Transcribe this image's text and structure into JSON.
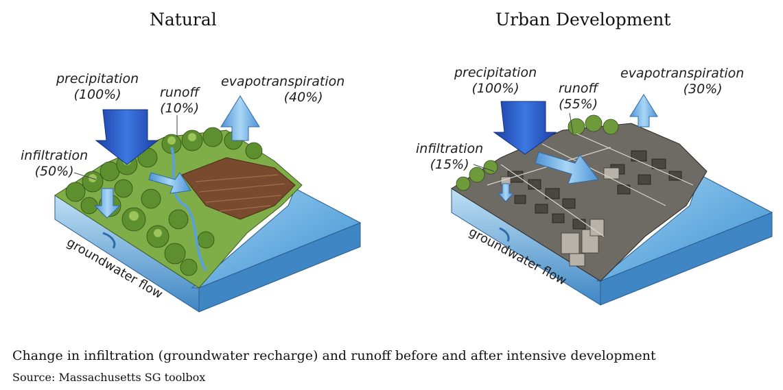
{
  "natural": {
    "title": "Natural",
    "precipitation": {
      "label": "precipitation",
      "pct": "(100%)"
    },
    "runoff": {
      "label": "runoff",
      "pct": "(10%)"
    },
    "evapotranspiration": {
      "label": "evapotranspiration",
      "pct": "(40%)"
    },
    "infiltration": {
      "label": "infiltration",
      "pct": "(50%)"
    },
    "groundwater": "groundwater flow"
  },
  "urban": {
    "title": "Urban Development",
    "precipitation": {
      "label": "precipitation",
      "pct": "(100%)"
    },
    "runoff": {
      "label": "runoff",
      "pct": "(55%)"
    },
    "evapotranspiration": {
      "label": "evapotranspiration",
      "pct": "(30%)"
    },
    "infiltration": {
      "label": "infiltration",
      "pct": "(15%)"
    },
    "groundwater": "groundwater flow"
  },
  "caption": "Change in infiltration (groundwater recharge) and runoff before and after intensive development",
  "source": "Source: Massachusetts SG toolbox",
  "colors": {
    "arrow_blue": "#2a5fcf",
    "arrow_light": "#8fc4ec",
    "water": "#4a9fd9",
    "vegetation": "#6f9a3c",
    "soil": "#7a4a2e"
  }
}
